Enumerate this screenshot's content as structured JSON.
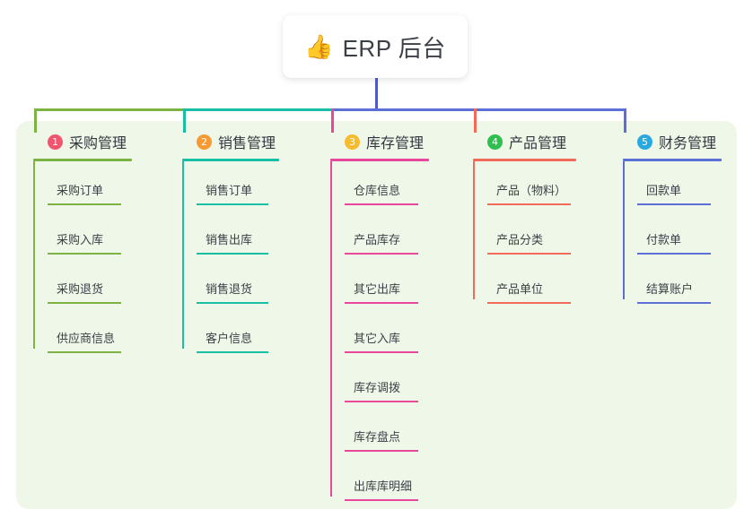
{
  "diagram": {
    "type": "mind-map",
    "root": {
      "emoji": "👍",
      "emoji_name": "thumbs-up-emoji",
      "title": "ERP 后台"
    },
    "palette": {
      "panel_bg": "#eef7e8",
      "page_bg": "#ffffff",
      "root_stem": "#4f5bc4",
      "branch1": "#7cb342",
      "branch2": "#18bfa5",
      "branch3": "#e8489c",
      "branch4": "#f26a5a",
      "branch5": "#5b6fd6",
      "badge1": "#f2566f",
      "badge2": "#f79a34",
      "badge3": "#f7bb2e",
      "badge4": "#2fbf4f",
      "badge5": "#2aa9e0"
    },
    "branches": [
      {
        "number": "1",
        "title": "采购管理",
        "badge_color": "#f2566f",
        "line_color": "#7cb342",
        "items": [
          "采购订单",
          "采购入库",
          "采购退货",
          "供应商信息"
        ]
      },
      {
        "number": "2",
        "title": "销售管理",
        "badge_color": "#f79a34",
        "line_color": "#18bfa5",
        "items": [
          "销售订单",
          "销售出库",
          "销售退货",
          "客户信息"
        ]
      },
      {
        "number": "3",
        "title": "库存管理",
        "badge_color": "#f7bb2e",
        "line_color": "#e8489c",
        "items": [
          "仓库信息",
          "产品库存",
          "其它出库",
          "其它入库",
          "库存调拨",
          "库存盘点",
          "出库库明细"
        ]
      },
      {
        "number": "4",
        "title": "产品管理",
        "badge_color": "#2fbf4f",
        "line_color": "#f26a5a",
        "items": [
          "产品（物料）",
          "产品分类",
          "产品单位"
        ]
      },
      {
        "number": "5",
        "title": "财务管理",
        "badge_color": "#2aa9e0",
        "line_color": "#5b6fd6",
        "items": [
          "回款单",
          "付款单",
          "结算账户"
        ]
      }
    ]
  }
}
